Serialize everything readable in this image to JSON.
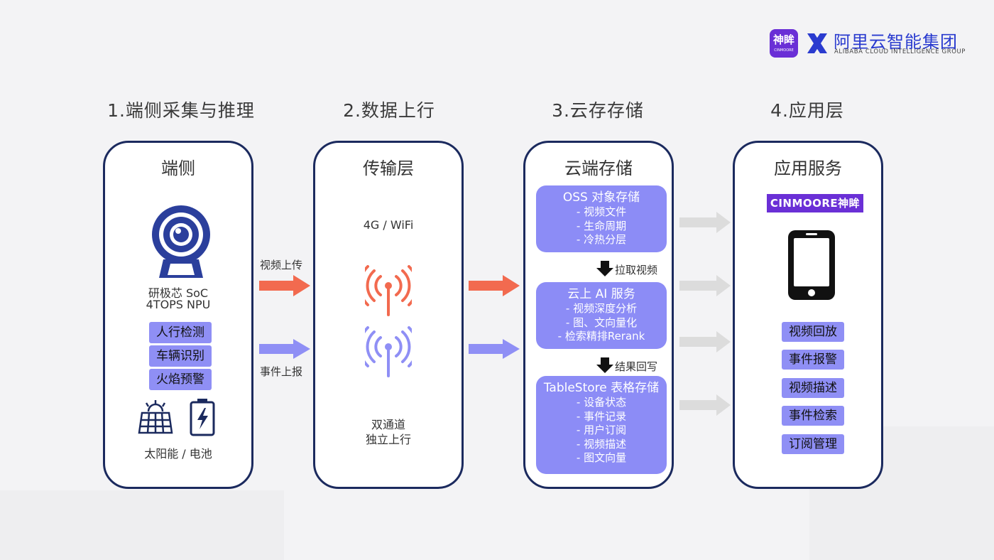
{
  "brand": {
    "badge_text": "神眸",
    "badge_sub": "CINMOORE",
    "group_cn": "阿里云智能集团",
    "group_en": "ALIBABA CLOUD INTELLIGENCE GROUP"
  },
  "stages": [
    {
      "title": "1.端侧采集与推理"
    },
    {
      "title": "2.数据上行"
    },
    {
      "title": "3.云存存储"
    },
    {
      "title": "4.应用层"
    }
  ],
  "edge": {
    "title": "端侧",
    "chip_line1": "研极芯 SoC",
    "chip_line2": "4TOPS NPU",
    "tags": [
      "人行检测",
      "车辆识别",
      "火焰预警"
    ],
    "power": "太阳能 / 电池"
  },
  "links": {
    "upload_video": "视频上传",
    "report_event": "事件上报"
  },
  "transport": {
    "title": "传输层",
    "network": "4G / WiFi",
    "note_line1": "双通道",
    "note_line2": "独立上行"
  },
  "cloud": {
    "title": "云端存储",
    "oss": {
      "header": "OSS 对象存储",
      "items": [
        "-   视频文件",
        "-   生命周期",
        "-   冷热分层"
      ]
    },
    "pull_label": "拉取视频",
    "ai": {
      "header": "云上 AI 服务",
      "items": [
        "-   视频深度分析",
        "-   图、文向量化",
        "- 检索精排Rerank"
      ]
    },
    "writeback_label": "结果回写",
    "tablestore": {
      "header": "TableStore 表格存储",
      "items": [
        "-    设备状态",
        "-    事件记录",
        "-    用户订阅",
        "-    视频描述",
        "-    图文向量"
      ]
    }
  },
  "app": {
    "title": "应用服务",
    "logo_text": "CINMOORE神眸",
    "services": [
      "视频回放",
      "事件报警",
      "视频描述",
      "事件检索",
      "订阅管理"
    ]
  },
  "colors": {
    "panel_border": "#1b2a5e",
    "tag_purple": "#8f8ff5",
    "arrow_red": "#f26a4f",
    "arrow_blue": "#8f8ff5",
    "arrow_gray": "#dcdcdc",
    "brand_purple": "#6a2fd6",
    "alibaba_blue": "#2a3bcf"
  }
}
